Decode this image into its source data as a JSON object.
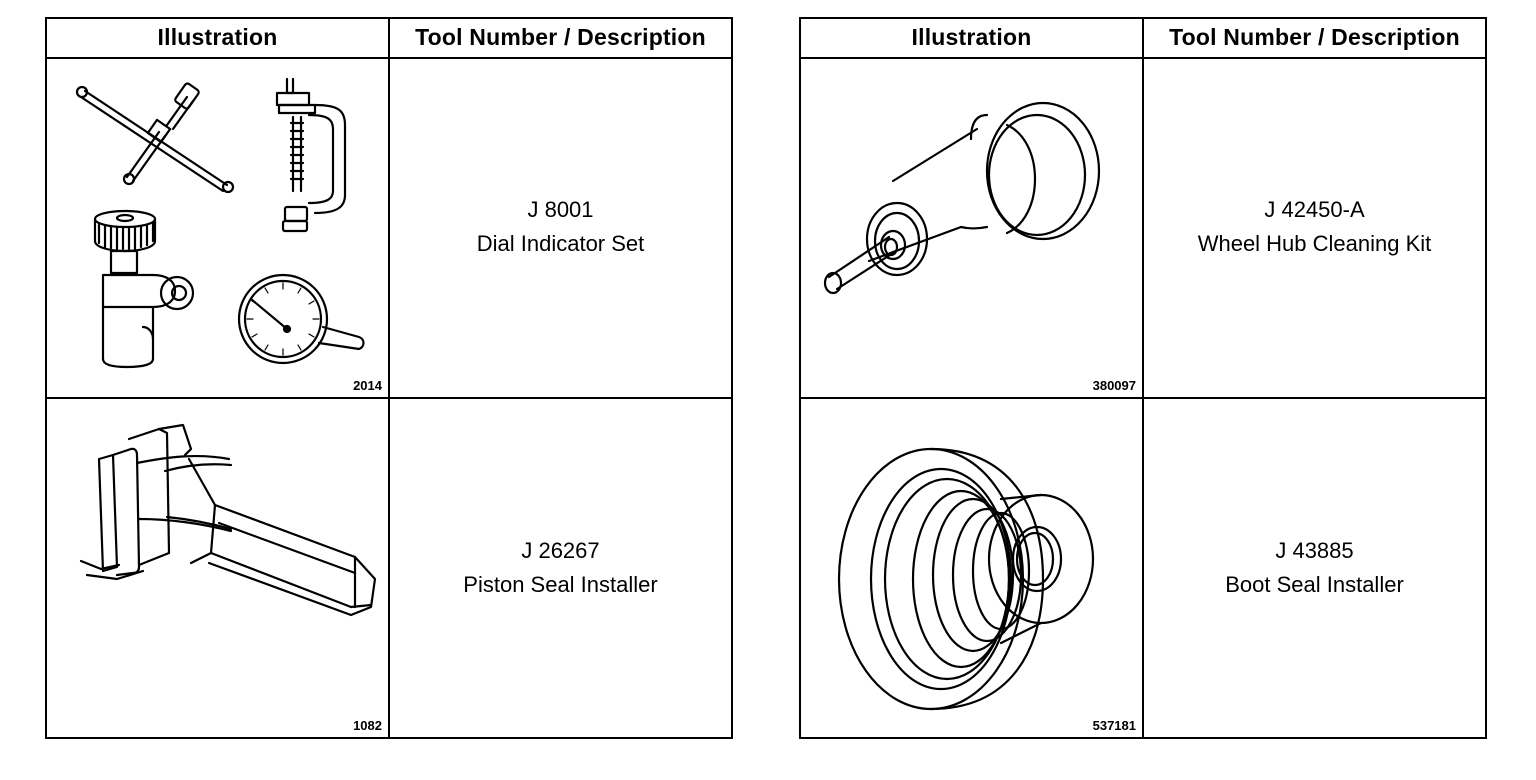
{
  "left_table": {
    "headers": {
      "illustration": "Illustration",
      "tool": "Tool Number / Description"
    },
    "rows": [
      {
        "figure_no": "2014",
        "tool_number": "J 8001",
        "description": "Dial Indicator Set",
        "icon": "dial-indicator-set-icon"
      },
      {
        "figure_no": "1082",
        "tool_number": "J 26267",
        "description": "Piston Seal Installer",
        "icon": "piston-seal-installer-icon"
      }
    ]
  },
  "right_table": {
    "headers": {
      "illustration": "Illustration",
      "tool": "Tool Number / Description"
    },
    "rows": [
      {
        "figure_no": "380097",
        "tool_number": "J 42450-A",
        "description": "Wheel Hub Cleaning Kit",
        "icon": "wheel-hub-cleaning-kit-icon"
      },
      {
        "figure_no": "537181",
        "tool_number": "J 43885",
        "description": "Boot Seal Installer",
        "icon": "boot-seal-installer-icon"
      }
    ]
  }
}
